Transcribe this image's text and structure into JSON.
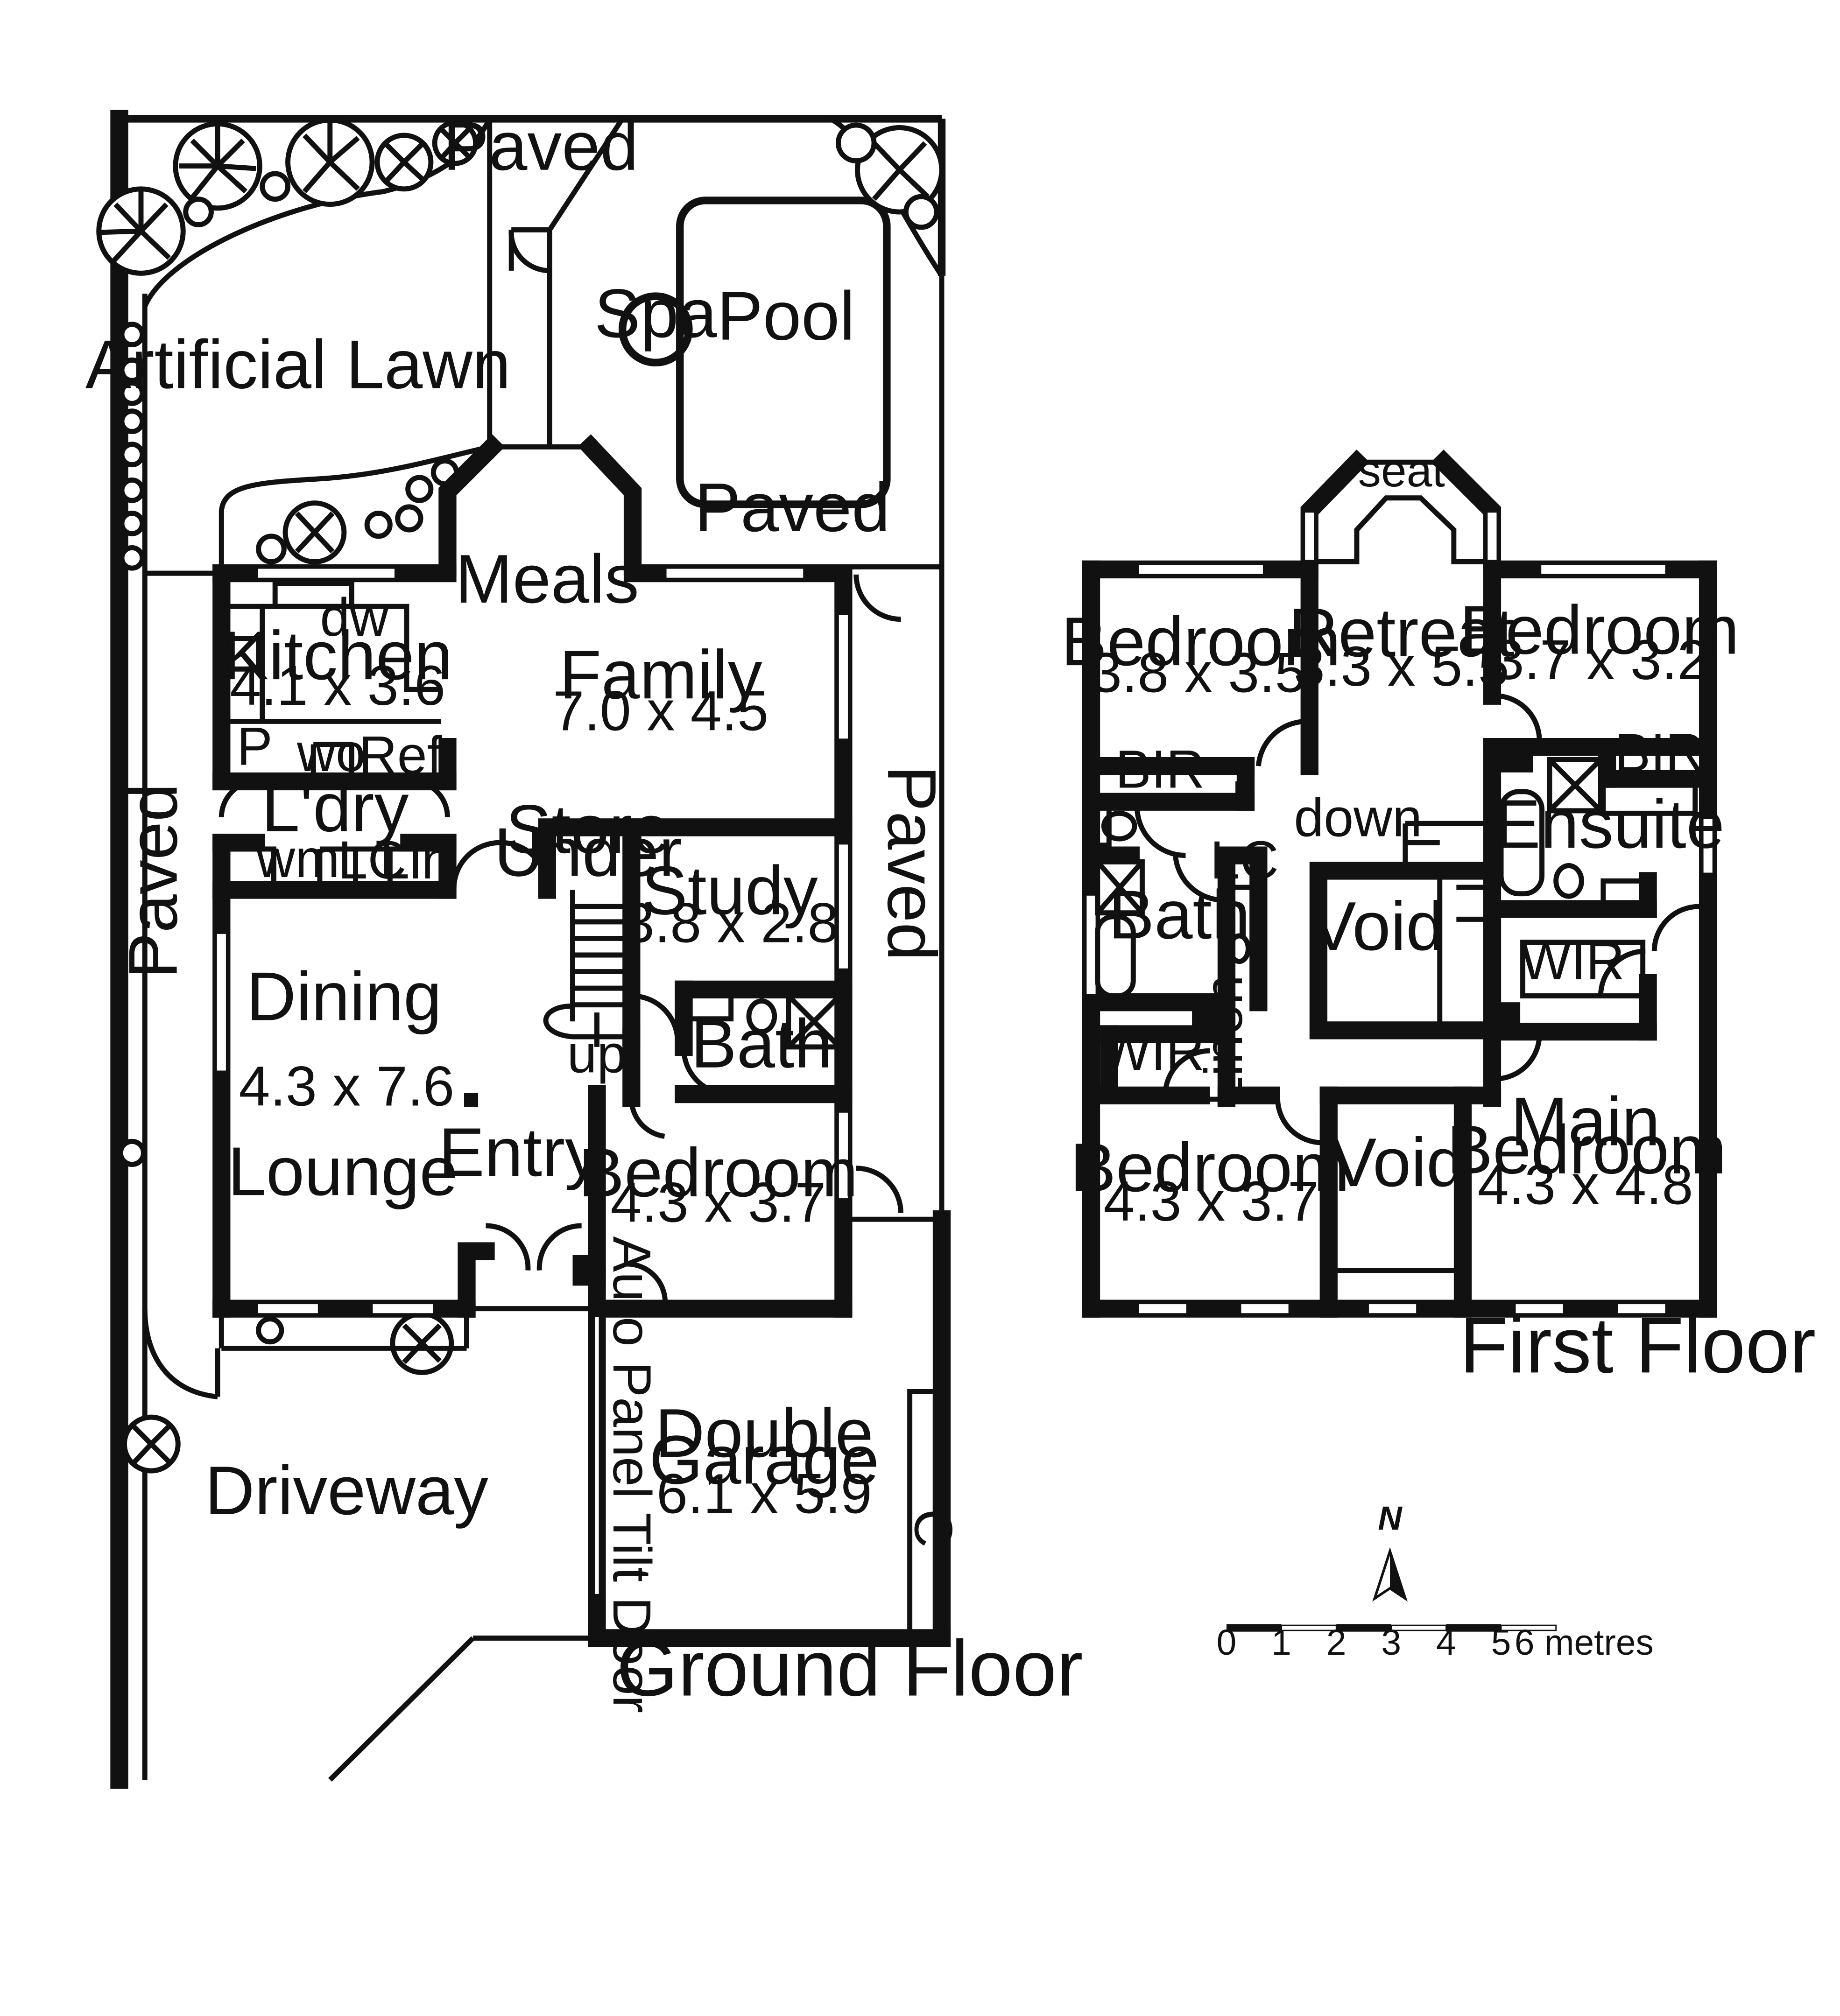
{
  "ground_floor": {
    "title": "Ground Floor",
    "outdoor": {
      "artificial_lawn": "Artificial Lawn",
      "paved_north": "Paved",
      "paved_pool": "Paved",
      "paved_west": "Paved",
      "paved_east": "Paved",
      "driveway": "Driveway",
      "spa": "Spa",
      "pool": "Pool"
    },
    "rooms": {
      "meals": "Meals",
      "kitchen": {
        "name": "Kitchen",
        "dim": "4.1 x 3.6"
      },
      "family": {
        "name": "Family",
        "dim": "7.0 x 4.5"
      },
      "laundry": "L'dry",
      "store_under_1": "Store",
      "store_under_2": "Under",
      "study": {
        "name": "Study",
        "dim": "3.8 x 2.8"
      },
      "dining": "Dining",
      "dining_lounge_dim": "4.3 x 7.6",
      "lounge": "Lounge",
      "entry": "Entry",
      "bath": "Bath",
      "bedroom": {
        "name": "Bedroom",
        "dim": "4.3 x 3.7"
      },
      "garage_1": "Double",
      "garage_2": "Garage",
      "garage_dim": "6.1 x 5.9",
      "garage_door": "Auto Panel Tilt Door"
    },
    "fixtures": {
      "dw": "dw",
      "p": "P",
      "wo": "wo",
      "ref": "Ref",
      "wm": "wm",
      "lc": "LC",
      "lin": "Lin",
      "up": "up",
      "c": "C"
    }
  },
  "first_floor": {
    "title": "First Floor",
    "rooms": {
      "bedroom_nw": {
        "name": "Bedroom",
        "dim": "3.8 x 3.5"
      },
      "retreat": {
        "name": "Retreat",
        "dim": "3.3 x 5.5"
      },
      "bedroom_ne": {
        "name": "Bedroom",
        "dim": "3.7 x 3.2"
      },
      "seat": "seat",
      "bir_west": "BIR",
      "bir_east": "BIR",
      "ensuite": "Ensuite",
      "down": "down",
      "lc": "LC",
      "bath": "Bath",
      "void_1": "Void",
      "wir_east": "WIR",
      "wir_west": "WIR",
      "linen": "Linen",
      "bedroom_sw": {
        "name": "Bedroom",
        "dim": "4.3 x 3.7"
      },
      "void_2": "Void",
      "main_bedroom_1": "Main",
      "main_bedroom_2": "Bedroom",
      "main_bedroom_dim": "4.3 x 4.8"
    }
  },
  "compass": {
    "label": "N"
  },
  "scale_bar": {
    "ticks": [
      "0",
      "1",
      "2",
      "3",
      "4",
      "5",
      "6 metres"
    ]
  }
}
